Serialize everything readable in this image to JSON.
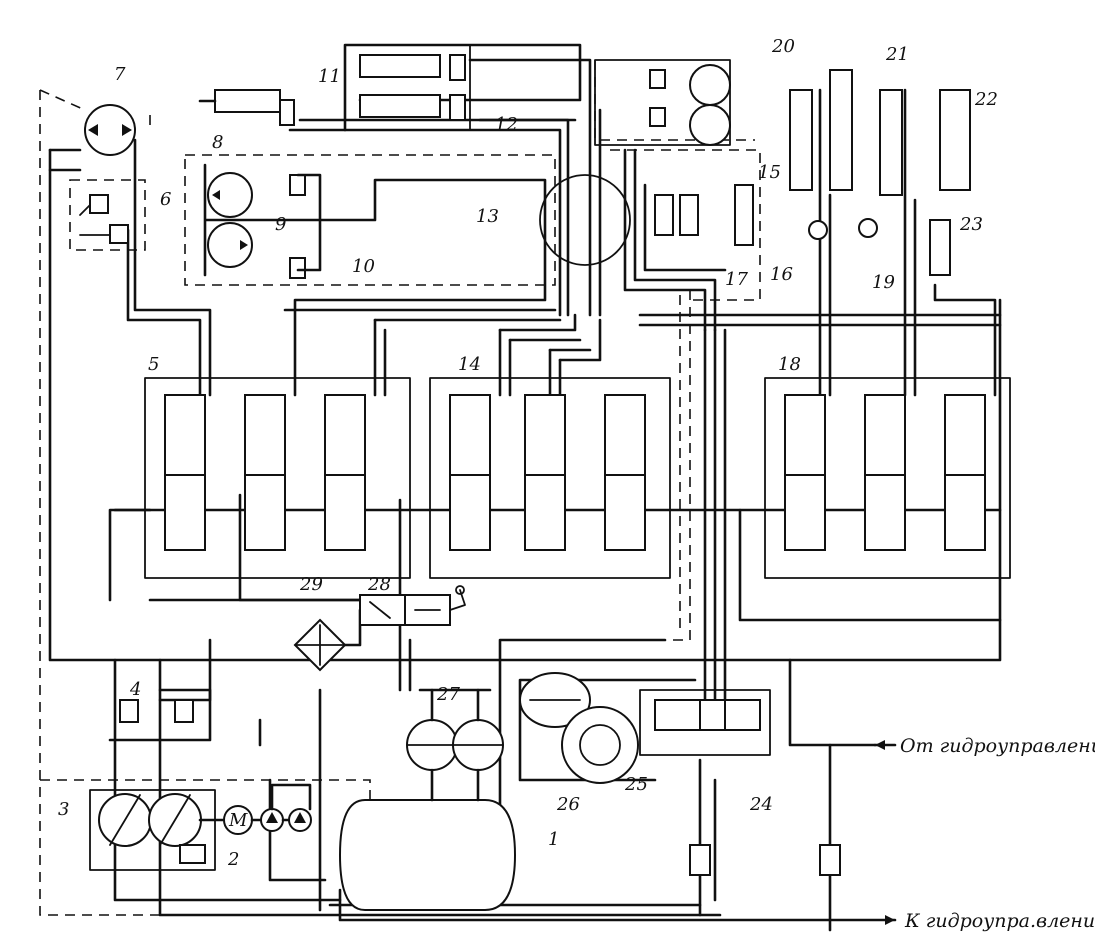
{
  "labels": {
    "n1": "1",
    "n2": "2",
    "n3": "3",
    "n4": "4",
    "n5": "5",
    "n6": "6",
    "n7": "7",
    "n8": "8",
    "n9": "9",
    "n10": "10",
    "n11": "11",
    "n12": "12",
    "n13": "13",
    "n14": "14",
    "n15": "15",
    "n16": "16",
    "n17": "17",
    "n18": "18",
    "n19": "19",
    "n20": "20",
    "n21": "21",
    "n22": "22",
    "n23": "23",
    "n24": "24",
    "n25": "25",
    "n26": "26",
    "n27": "27",
    "n28": "28",
    "n29": "29",
    "motor_symbol": "M"
  },
  "captions": {
    "from_control": "От гидроуправления",
    "to_control": "К гидроупра.влению"
  },
  "colors": {
    "ink": "#111111",
    "paper": "#ffffff"
  },
  "icons": [
    "pump-icon",
    "motor-icon",
    "valve-icon",
    "cylinder-icon",
    "tank-icon",
    "filter-icon",
    "steering-wheel-icon",
    "check-valve-icon"
  ]
}
